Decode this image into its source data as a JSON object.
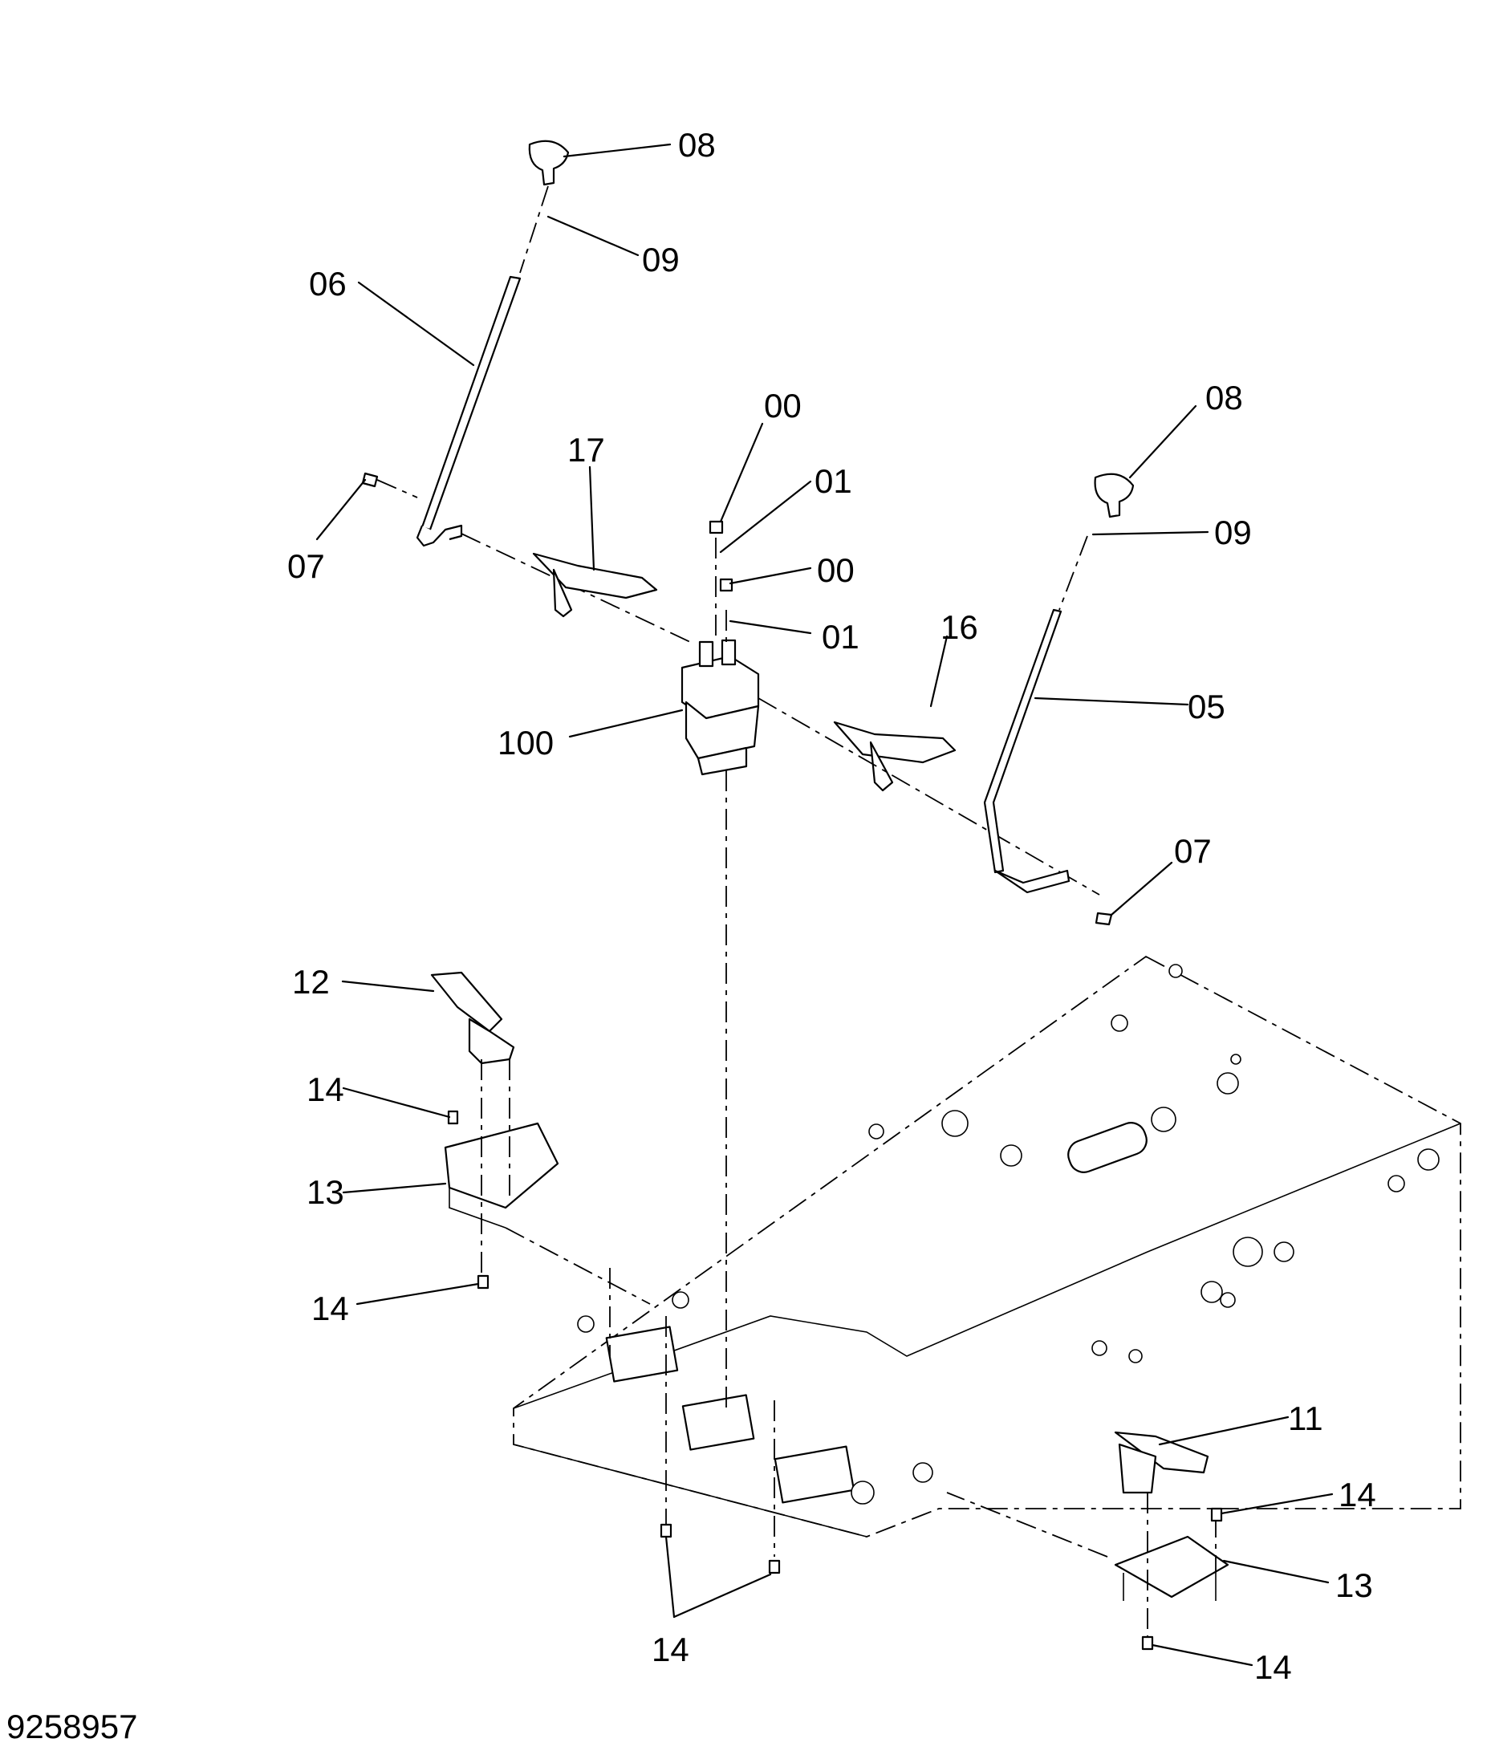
{
  "figure_number": "9258957",
  "callouts": {
    "c08a": "08",
    "c09a": "09",
    "c06": "06",
    "c07a": "07",
    "c17": "17",
    "c00a": "00",
    "c01a": "01",
    "c00b": "00",
    "c01b": "01",
    "c08b": "08",
    "c09b": "09",
    "c16": "16",
    "c100": "100",
    "c05": "05",
    "c07b": "07",
    "c12": "12",
    "c14a": "14",
    "c13a": "13",
    "c14b": "14",
    "c11": "11",
    "c14c": "14",
    "c13b": "13",
    "c14d": "14",
    "c14e": "14"
  }
}
